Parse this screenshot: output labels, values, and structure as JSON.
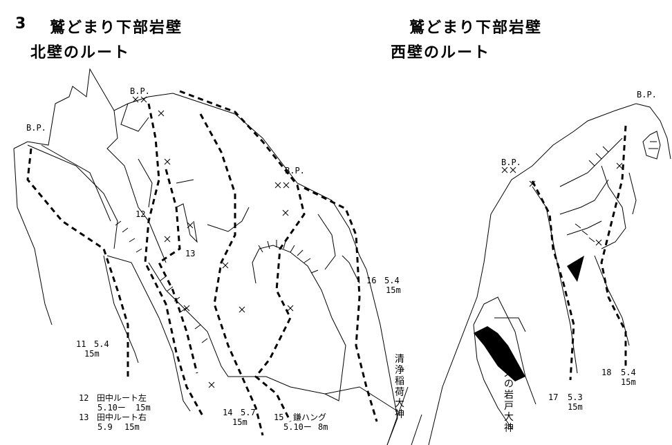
{
  "north": {
    "number": "3",
    "title": "鷲どまり下部岩壁",
    "subtitle": "北壁のルート",
    "bp_labels": [
      "B.P.",
      "B.P.",
      "B.P."
    ],
    "route_markers": {
      "r12": "12",
      "r13": "13"
    },
    "routes": [
      {
        "id": "11",
        "grade": "5.4",
        "length": "15m"
      },
      {
        "id": "12",
        "name": "田中ルート左",
        "grade": "5.10ー",
        "length": "15m"
      },
      {
        "id": "13",
        "name": "田中ルート右",
        "grade": "5.9",
        "length": "15m"
      },
      {
        "id": "14",
        "grade": "5.7",
        "length": "15m"
      },
      {
        "id": "15",
        "name": "鎌ハング",
        "grade": "5.10ー",
        "length": "8m"
      },
      {
        "id": "16",
        "grade": "5.4",
        "length": "15m"
      }
    ],
    "shrine": "清浄稲荷大神"
  },
  "west": {
    "title": "鷲どまり下部岩壁",
    "subtitle": "西壁のルート",
    "bp_labels": [
      "B.P.",
      "B.P."
    ],
    "routes": [
      {
        "id": "17",
        "grade": "5.3",
        "length": "15m"
      },
      {
        "id": "18",
        "grade": "5.4",
        "length": "15m"
      }
    ],
    "shrine": "天の岩戸大神"
  }
}
